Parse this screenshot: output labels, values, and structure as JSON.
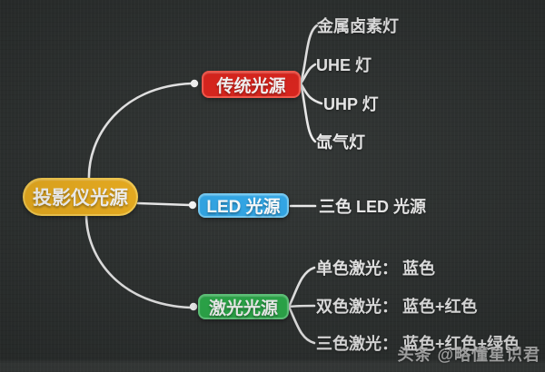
{
  "canvas": {
    "background": "#2d3130"
  },
  "connectors": {
    "color": "#f2f2f2",
    "dot_color": "#ffffff"
  },
  "root": {
    "label": "投影仪光源",
    "color": "#f2b21d",
    "border": "#ffd24f",
    "text_color": "#ffffff"
  },
  "branches": [
    {
      "label": "传统光源",
      "color": "#e2221a",
      "border": "#ff5a4d",
      "text_color": "#ffffff",
      "children": [
        {
          "label": "金属卤素灯"
        },
        {
          "label": "UHE 灯"
        },
        {
          "label": "UHP 灯"
        },
        {
          "label": "氙气灯"
        }
      ]
    },
    {
      "label": "LED 光源",
      "color": "#2ea7e9",
      "border": "#74ccf6",
      "text_color": "#ffffff",
      "children": [
        {
          "label": "三色 LED 光源"
        }
      ]
    },
    {
      "label": "激光光源",
      "color": "#2bb14b",
      "border": "#63d180",
      "text_color": "#ffffff",
      "children": [
        {
          "label": "单色激光： 蓝色"
        },
        {
          "label": "双色激光： 蓝色+红色"
        },
        {
          "label": "三色激光： 蓝色+红色+绿色"
        }
      ]
    }
  ],
  "watermark": {
    "text": "头条 @略懂星识君"
  }
}
